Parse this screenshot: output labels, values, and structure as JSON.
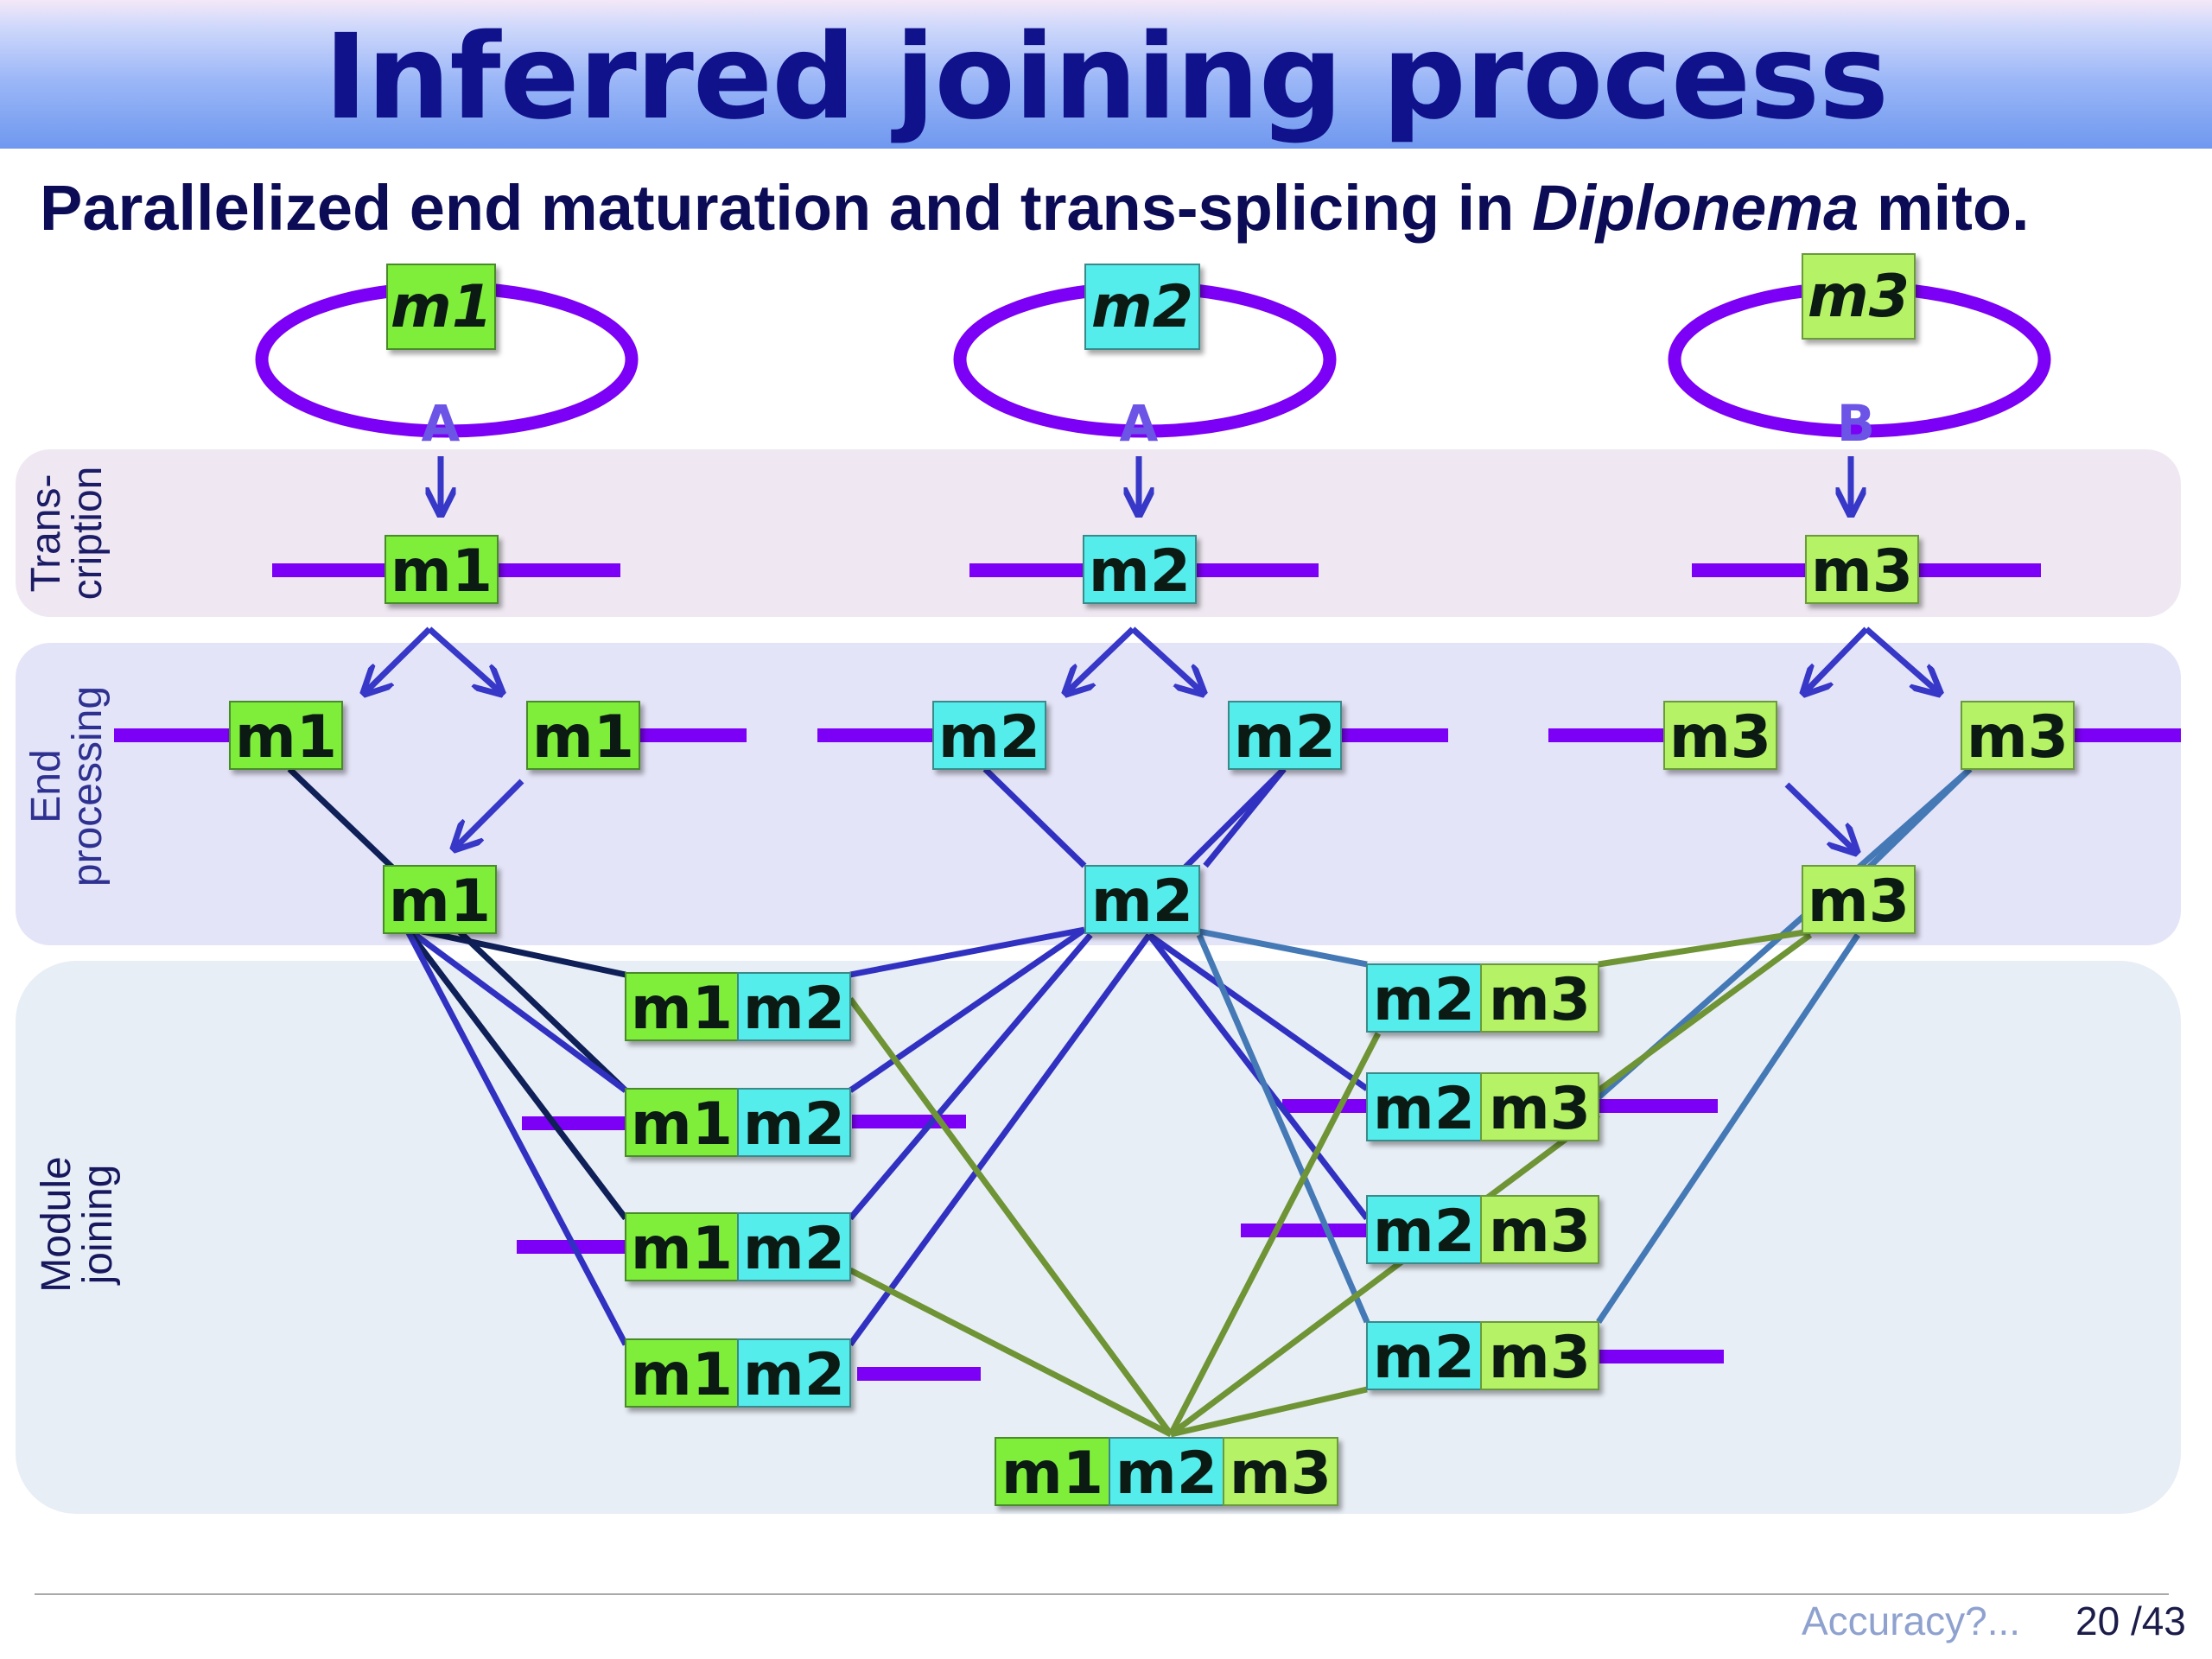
{
  "slide": {
    "title": "Inferred joining process",
    "subtitle_pre": "Parallelized end maturation and trans-splicing in ",
    "subtitle_italic": "Diplonema",
    "subtitle_post": " mito."
  },
  "bands": {
    "transcription": "Trans-\ncription",
    "end_processing": "End\nprocessing",
    "module_joining": "Module\njoining"
  },
  "colors": {
    "m1": "#7fee3a",
    "m2": "#55ecec",
    "m3": "#b6f265",
    "chromosome": "#7b00f5",
    "arrow": "#3737c8",
    "link_m1m2": "#3131c1",
    "link_dark": "#0f1f57",
    "link_m2m3": "#4479b6",
    "link_final": "#6f9436"
  },
  "modules": {
    "m1": "m1",
    "m2": "m2",
    "m3": "m3"
  },
  "chromosomes": [
    {
      "module": "m1",
      "promoter": "A"
    },
    {
      "module": "m2",
      "promoter": "A"
    },
    {
      "module": "m3",
      "promoter": "B"
    }
  ],
  "footer": {
    "section": "Accuracy?...",
    "page": "20 /43"
  }
}
